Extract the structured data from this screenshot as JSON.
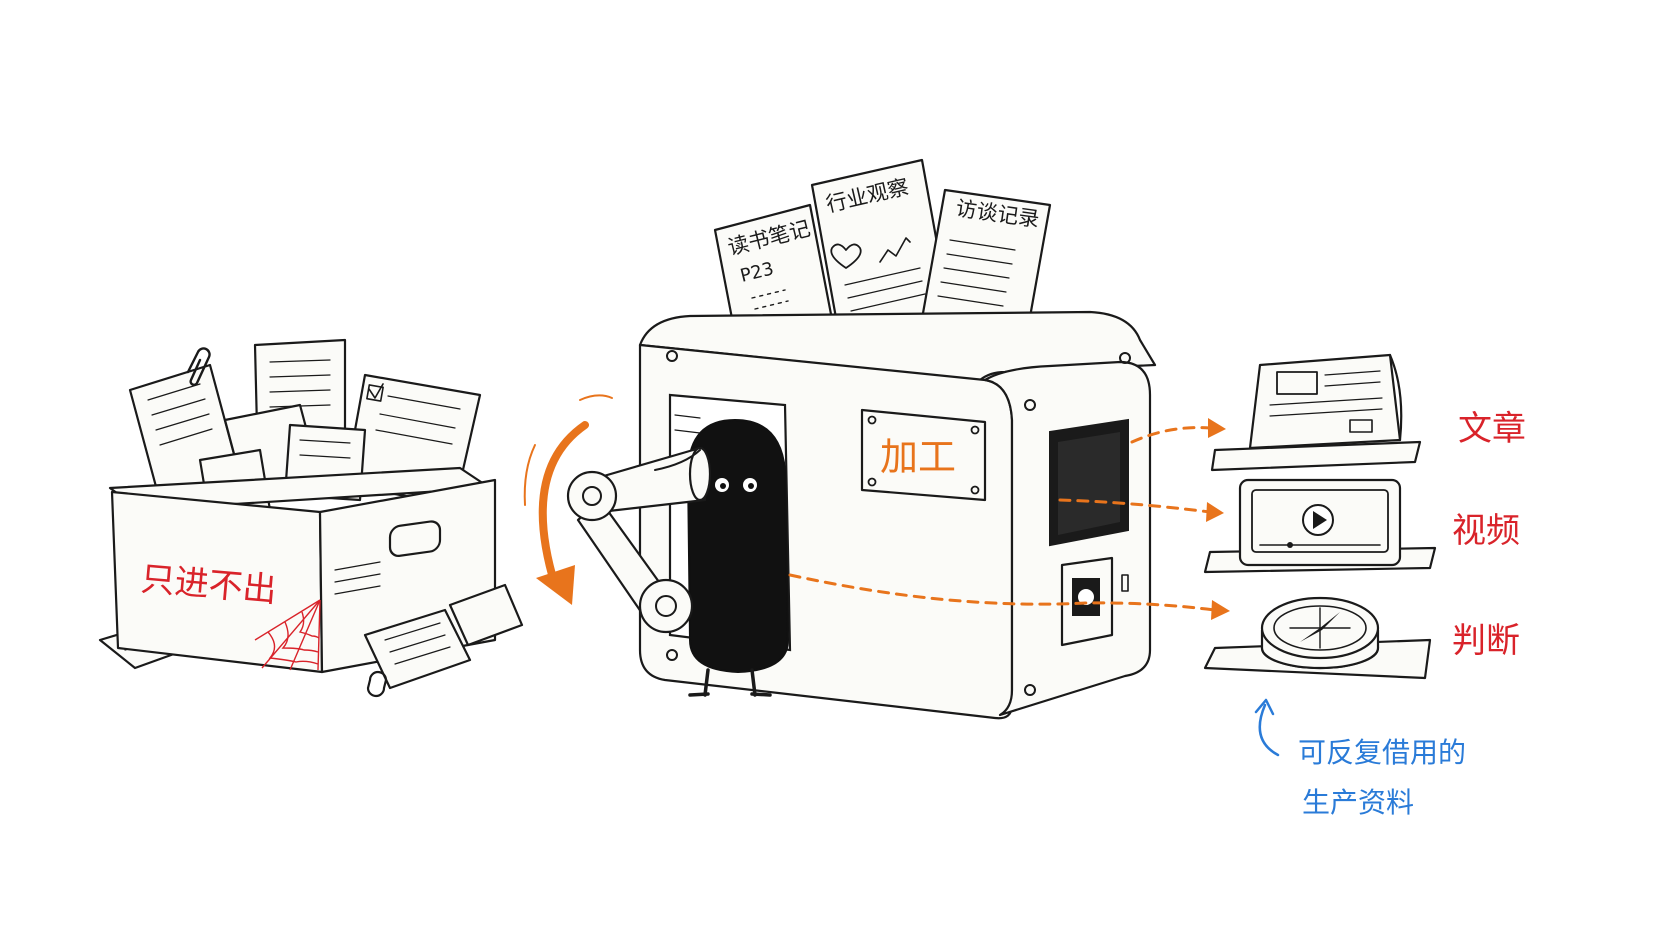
{
  "inbox": {
    "label": "只进不出"
  },
  "machine": {
    "label": "加工",
    "input_docs": [
      {
        "title": "读书笔记",
        "note": "P23"
      },
      {
        "title": "行业观察"
      },
      {
        "title": "访谈记录"
      }
    ]
  },
  "outputs": [
    {
      "label": "文章",
      "icon": "document-icon"
    },
    {
      "label": "视频",
      "icon": "video-player-icon"
    },
    {
      "label": "判断",
      "icon": "compass-icon"
    }
  ],
  "footnote": {
    "line1": "可反复借用的",
    "line2": "生产资料"
  },
  "colors": {
    "ink": "#1a1a1a",
    "red": "#d9232a",
    "orange": "#e8741c",
    "blue": "#2a7bd8"
  }
}
